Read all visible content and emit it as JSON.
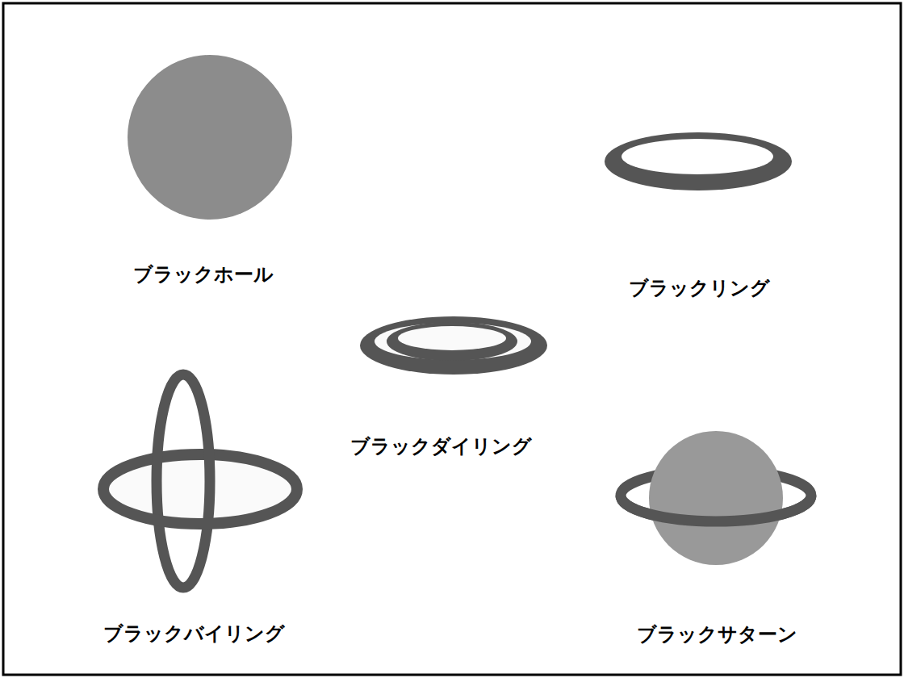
{
  "diagram": {
    "labels": [
      "ブラックホール",
      "ブラックリング",
      "ブラックダイリング",
      "ブラックバイリング",
      "ブラックサターン"
    ]
  }
}
